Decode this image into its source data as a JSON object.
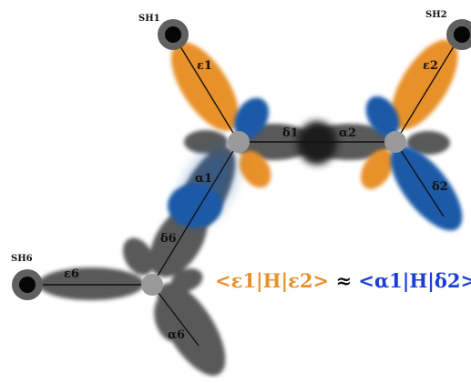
{
  "atoms": {
    "sh1": "SH1",
    "sh2": "SH2",
    "sh6": "SH6"
  },
  "orbitals": {
    "epsilon1": "ε1",
    "epsilon2": "ε2",
    "epsilon6": "ε6",
    "delta1": "δ1",
    "delta2": "δ2",
    "delta6": "δ6",
    "alpha1": "α1",
    "alpha2": "α2",
    "alpha6": "α6"
  },
  "equation": {
    "left_bracket": "<",
    "left_bra": "ε1",
    "left_op": "|H|",
    "left_ket": "ε2",
    "left_close": ">",
    "approx": "≈",
    "right_bracket": "<",
    "right_bra": "α1",
    "right_op": "|H|",
    "right_ket": "δ2",
    "right_close": ">"
  },
  "colors": {
    "orange": "#e8912b",
    "blue": "#1e5aa8",
    "gray": "#555555",
    "equation_blue": "#1a3fd6"
  }
}
